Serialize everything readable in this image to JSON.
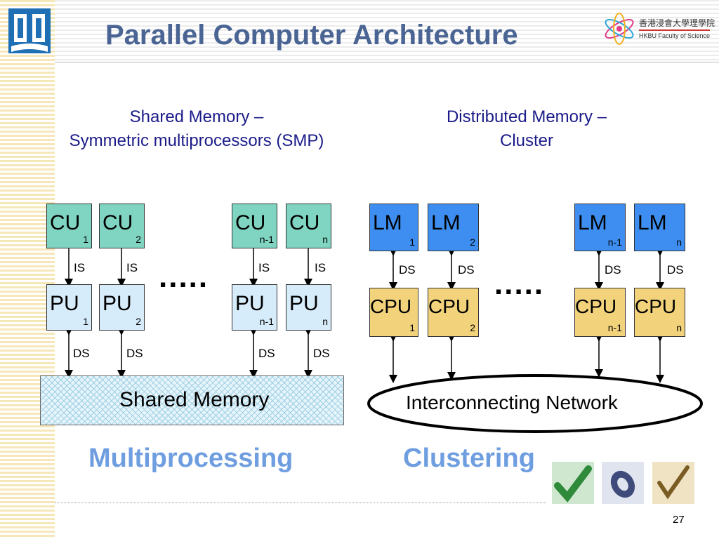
{
  "slide": {
    "title": "Parallel Computer Architecture",
    "page_number": "27"
  },
  "logo_right": {
    "chinese": "香港浸會大學理學院",
    "english": "HKBU Faculty of Science"
  },
  "smp": {
    "subtitle_line1": "Shared Memory –",
    "subtitle_line2": "Symmetric multiprocessors (SMP)",
    "cu": [
      {
        "main": "CU",
        "sub": "1"
      },
      {
        "main": "CU",
        "sub": "2"
      },
      {
        "main": "CU",
        "sub": "n-1"
      },
      {
        "main": "CU",
        "sub": "n"
      }
    ],
    "pu": [
      {
        "main": "PU",
        "sub": "1"
      },
      {
        "main": "PU",
        "sub": "2"
      },
      {
        "main": "PU",
        "sub": "n-1"
      },
      {
        "main": "PU",
        "sub": "n"
      }
    ],
    "is_label": "IS",
    "ds_label": "DS",
    "dots": ".....",
    "shared_memory": "Shared Memory",
    "caption": "Multiprocessing"
  },
  "cluster": {
    "subtitle_line1": "Distributed Memory –",
    "subtitle_line2": "Cluster",
    "lm": [
      {
        "main": "LM",
        "sub": "1"
      },
      {
        "main": "LM",
        "sub": "2"
      },
      {
        "main": "LM",
        "sub": "n-1"
      },
      {
        "main": "LM",
        "sub": "n"
      }
    ],
    "cpu": [
      {
        "main": "CPU",
        "sub": "1"
      },
      {
        "main": "CPU",
        "sub": "2"
      },
      {
        "main": "CPU",
        "sub": "n-1"
      },
      {
        "main": "CPU",
        "sub": "n"
      }
    ],
    "ds_label": "DS",
    "dots": ".....",
    "network": "Interconnecting Network",
    "caption": "Clustering"
  },
  "colors": {
    "title": "#4a6593",
    "subtitle": "#1b1b8a",
    "caption": "#6f9ee0",
    "cu": "#7fd5c1",
    "pu": "#d7ecfb",
    "lm": "#3d8ef0",
    "cpu": "#f2d27a"
  },
  "icons": [
    "book-logo-icon",
    "atom-logo-icon",
    "checkmark-thumbnail-icon",
    "ring-thumbnail-icon",
    "pen-check-thumbnail-icon"
  ]
}
